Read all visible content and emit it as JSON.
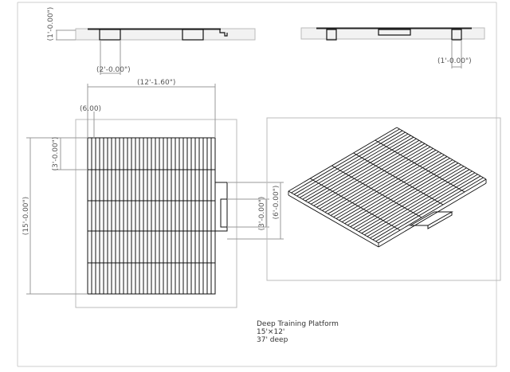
{
  "title_block": {
    "title": "Deep Training Platform",
    "size": "15'×12'",
    "depth": "37' deep"
  },
  "dimensions": {
    "side_height": "(1'-0.00\")",
    "support_width": "(2'-0.00\")",
    "front_height": "(1'-0.00\")",
    "overall_width": "(12'-1.60\")",
    "edge_offset": "(6.00)",
    "overall_length": "(15'-0.00\")",
    "panel_width": "(3'-0.00\")",
    "step_length": "(6'-0.00\")",
    "step_inner": "(3'-0.00\")"
  }
}
